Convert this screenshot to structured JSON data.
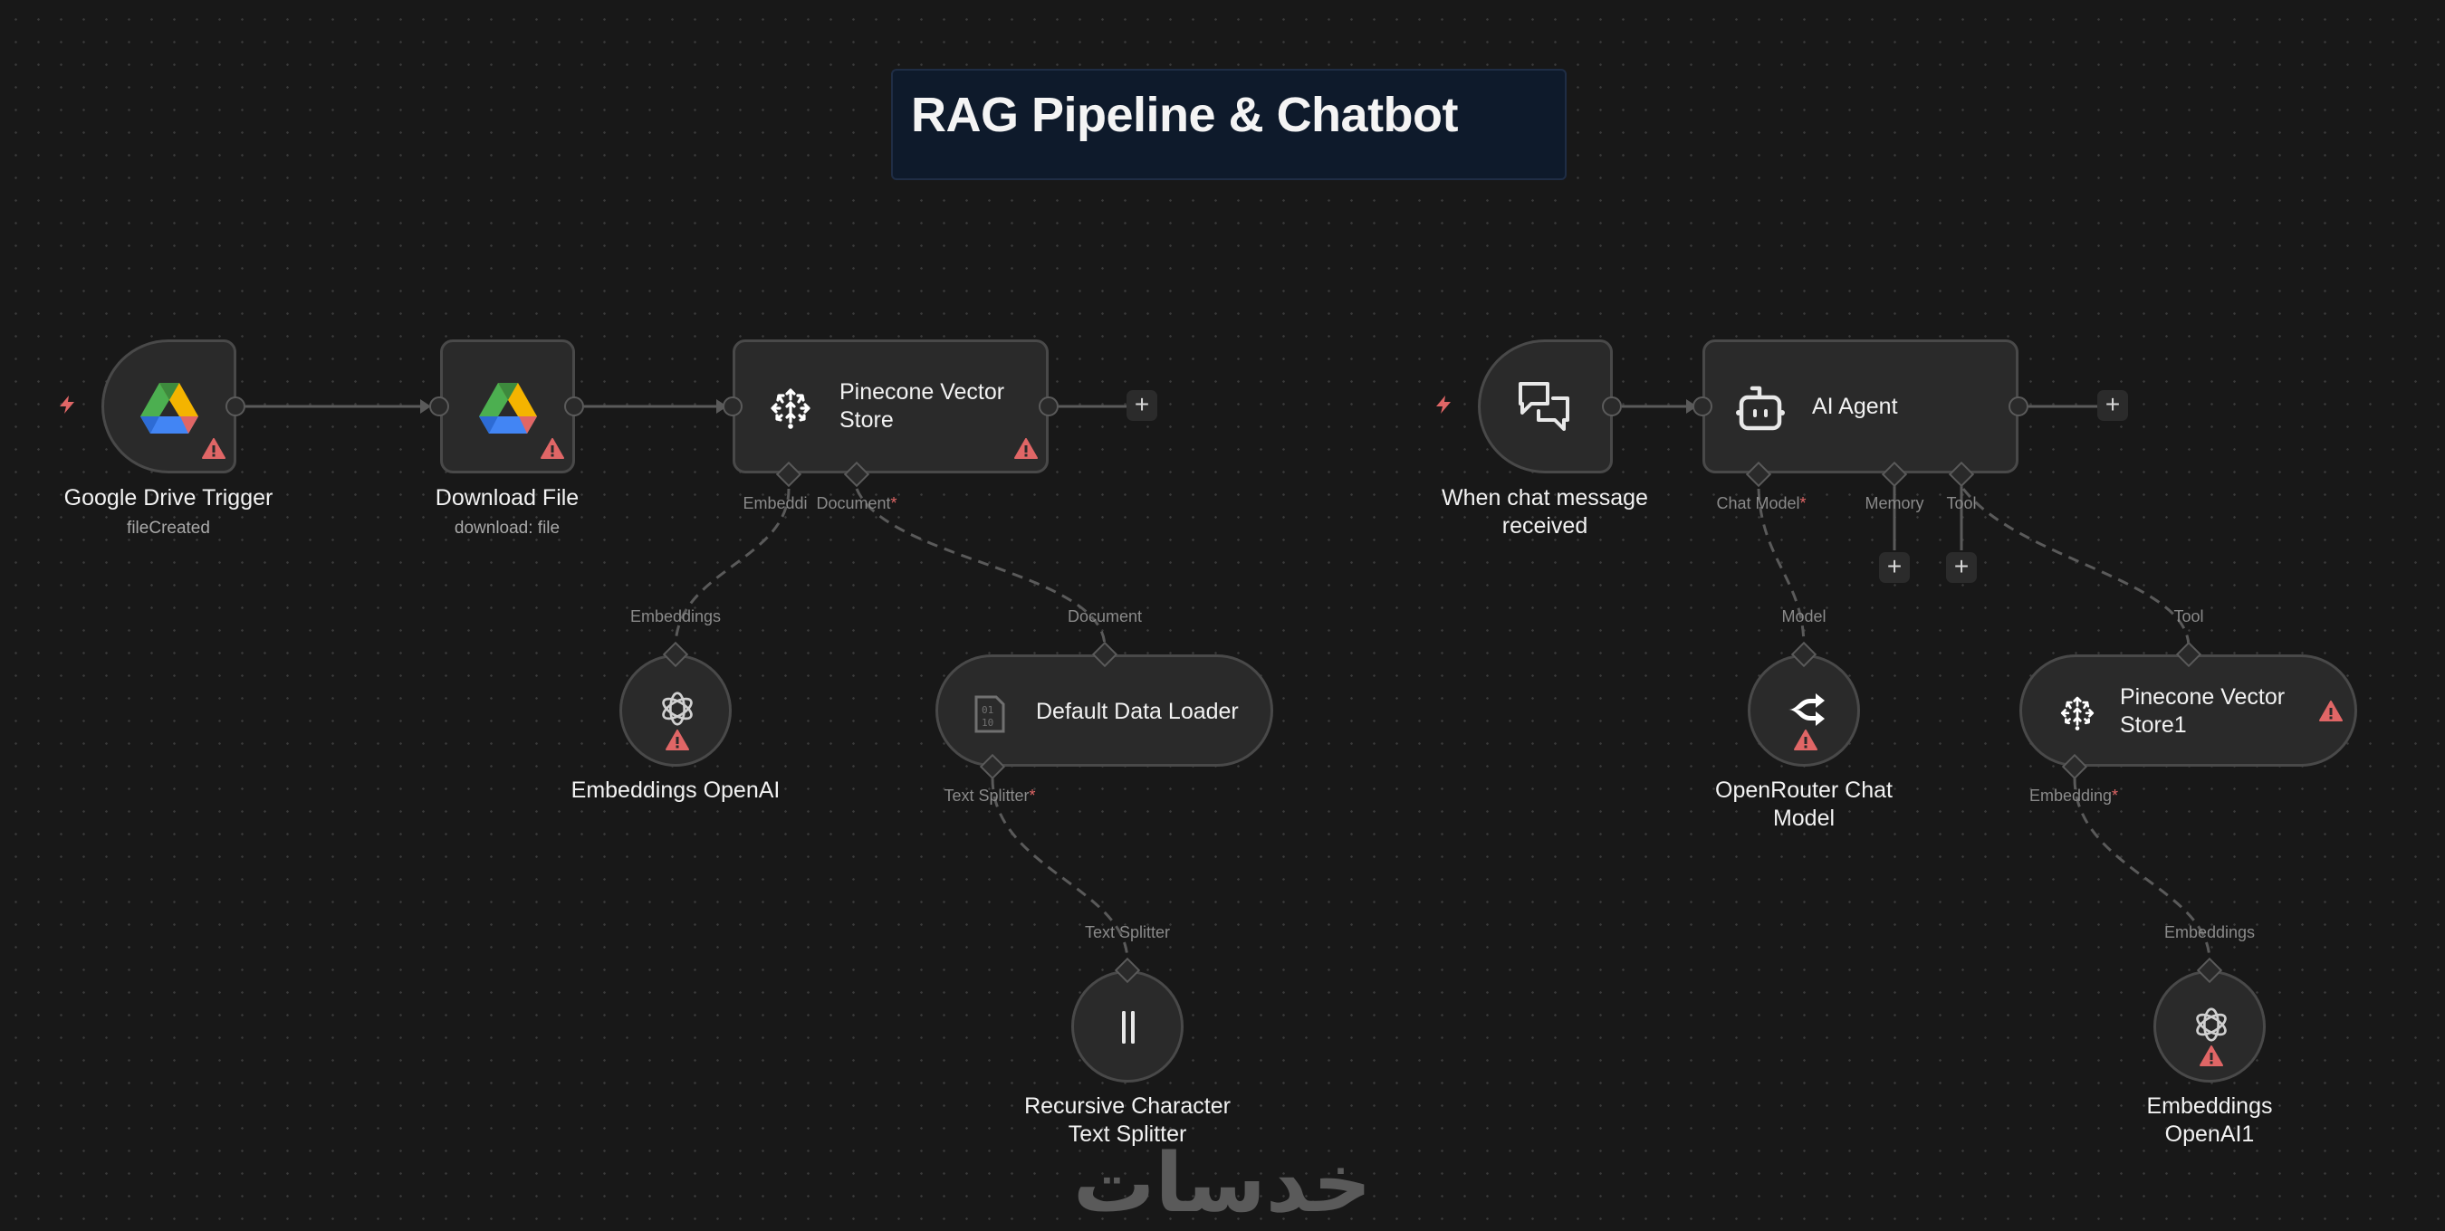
{
  "sticky": {
    "title": "RAG Pipeline & Chatbot"
  },
  "colors": {
    "canvas": "#181818",
    "node_fill": "#2a2a2a",
    "node_border": "#494949",
    "edge": "#5a5a5a",
    "warning": "#e06666",
    "sticky_fill": "#0e1a2b"
  },
  "nodes": {
    "gdrive_trigger": {
      "name": "Google Drive Trigger",
      "subtitle": "fileCreated",
      "icon": "google-drive-icon",
      "warning": true,
      "trigger": true
    },
    "download_file": {
      "name": "Download File",
      "subtitle": "download: file",
      "icon": "google-drive-icon",
      "warning": true
    },
    "pinecone_store": {
      "name_line1": "Pinecone Vector",
      "name_line2": "Store",
      "icon": "pinecone-icon",
      "warning": true,
      "ports": {
        "embedding": "Embeddi",
        "document": "Document"
      }
    },
    "embeddings_openai": {
      "name": "Embeddings OpenAI",
      "icon": "openai-icon",
      "warning": true,
      "port": "Embeddings"
    },
    "default_data_loader": {
      "name": "Default Data Loader",
      "icon": "binary-file-icon",
      "port_in": "Document",
      "port_out": "Text Splitter"
    },
    "text_splitter": {
      "name_line1": "Recursive Character",
      "name_line2": "Text Splitter",
      "icon": "text-splitter-icon",
      "port": "Text Splitter"
    },
    "chat_trigger": {
      "name_line1": "When chat message",
      "name_line2": "received",
      "icon": "chat-icon",
      "trigger": true
    },
    "ai_agent": {
      "name": "AI Agent",
      "icon": "robot-icon",
      "ports": {
        "chat_model": "Chat Model",
        "memory": "Memory",
        "tool": "Tool"
      }
    },
    "openrouter": {
      "name_line1": "OpenRouter Chat",
      "name_line2": "Model",
      "icon": "openrouter-icon",
      "warning": true,
      "port": "Model"
    },
    "pinecone_store1": {
      "name_line1": "Pinecone Vector",
      "name_line2": "Store1",
      "icon": "pinecone-icon",
      "warning": true,
      "port_in": "Tool",
      "port_out": "Embedding"
    },
    "embeddings_openai1": {
      "name_line1": "Embeddings",
      "name_line2": "OpenAI1",
      "icon": "openai-icon",
      "warning": true,
      "port": "Embeddings"
    }
  },
  "required_marker": "*",
  "add_button_label": "+",
  "watermark": "خدسات"
}
